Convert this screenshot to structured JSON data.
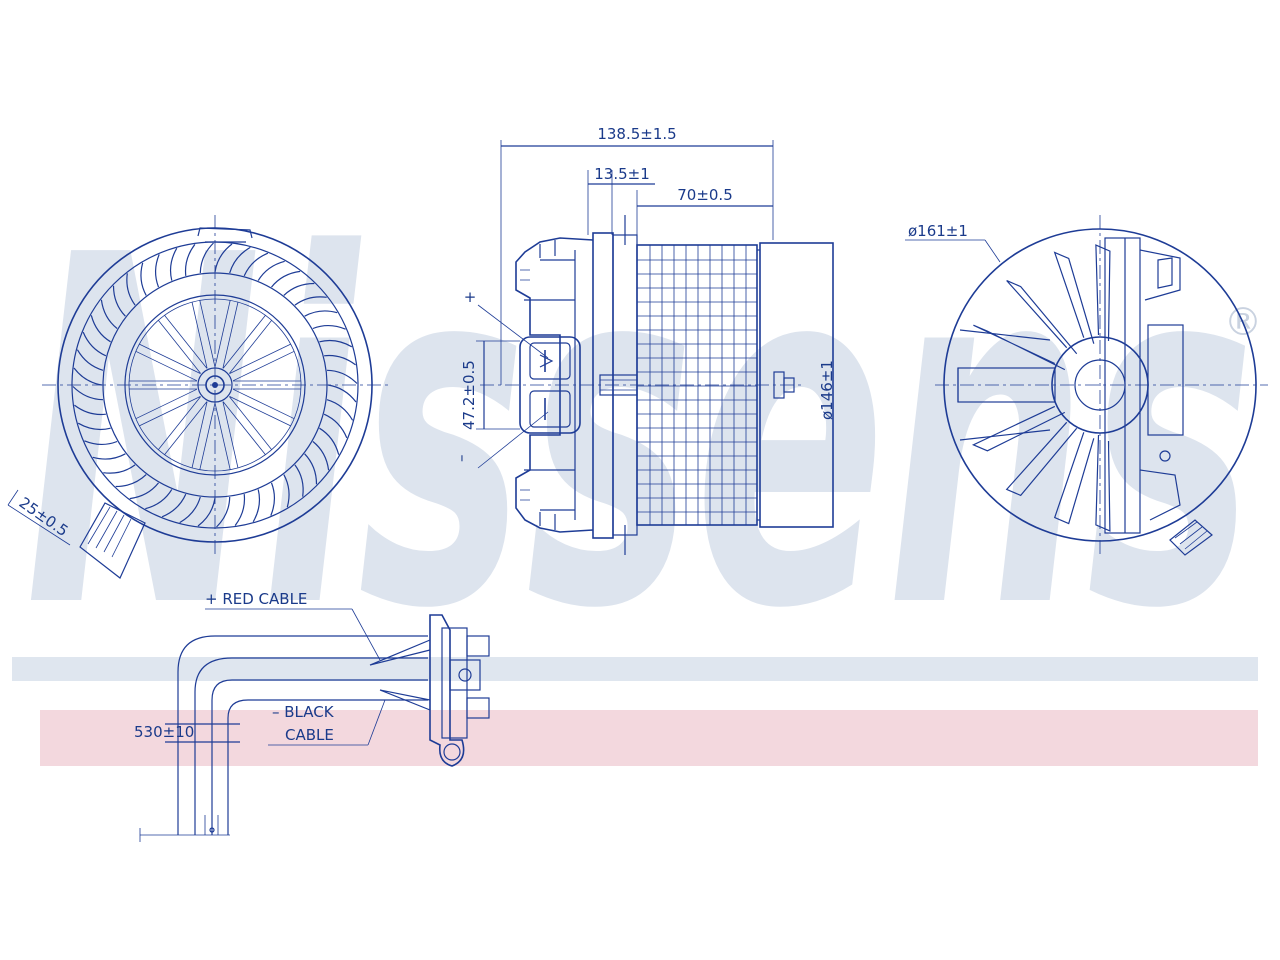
{
  "watermark": {
    "brand": "Nissens",
    "registered_mark": "®",
    "colors": {
      "letters": "#dde4ee",
      "band_blue": "#dfe6ef",
      "band_red": "#f3d8de"
    }
  },
  "colors": {
    "line": "#1e3c96",
    "text": "#1a3a8a",
    "background": "#ffffff"
  },
  "dimensions": {
    "overall_length": "138.5±1.5",
    "flange_thickness": "13.5±1",
    "wheel_length": "70±0.5",
    "wheel_diameter": "ø146±1",
    "housing_diameter": "ø161±1",
    "connector_pitch": "47.2±0.5",
    "tab_width": "25±0.5",
    "cable_length": "530±10"
  },
  "terminals": {
    "positive": "+",
    "negative": "–"
  },
  "cables": {
    "red_line1": "+ RED CABLE",
    "black_line1": "– BLACK",
    "black_line2": "CABLE"
  }
}
